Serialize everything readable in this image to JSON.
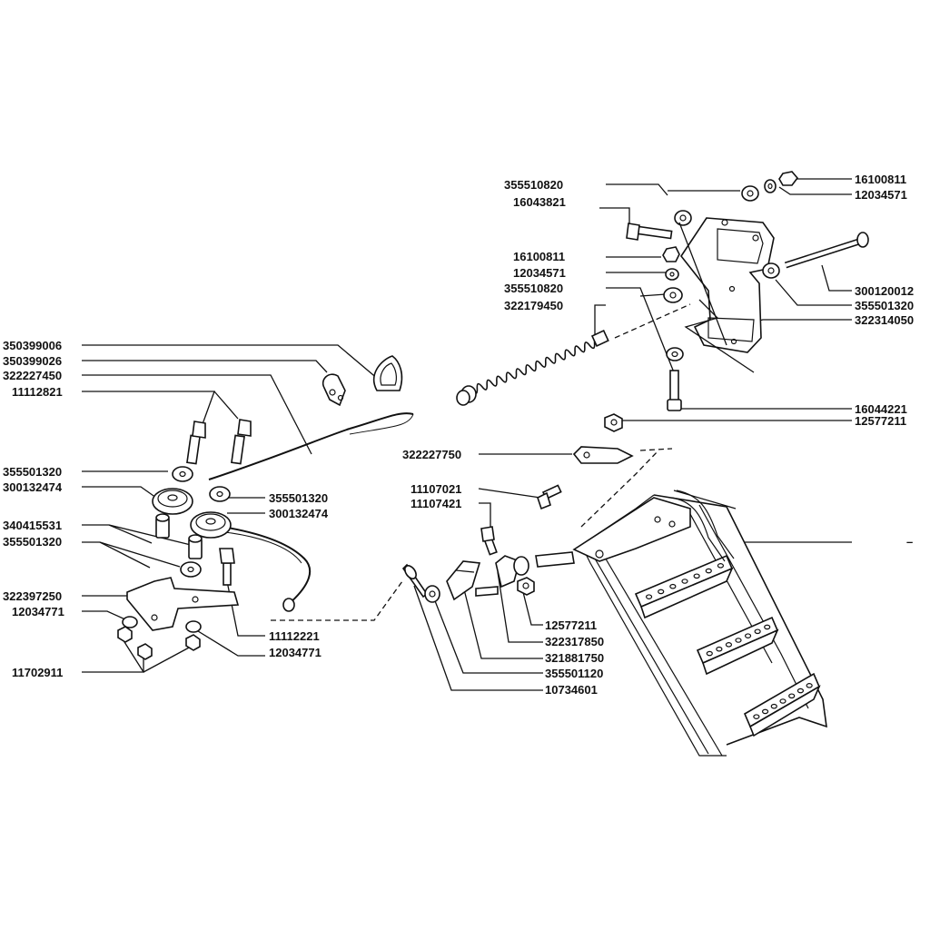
{
  "diagram": {
    "labels": [
      {
        "id": "l01",
        "text": "355510820"
      },
      {
        "id": "l02",
        "text": "16043821"
      },
      {
        "id": "l03",
        "text": "16100811"
      },
      {
        "id": "l04",
        "text": "12034571"
      },
      {
        "id": "l05",
        "text": "16100811"
      },
      {
        "id": "l06",
        "text": "12034571"
      },
      {
        "id": "l07",
        "text": "355510820"
      },
      {
        "id": "l08",
        "text": "322179450"
      },
      {
        "id": "l09",
        "text": "300120012"
      },
      {
        "id": "l10",
        "text": "355501320"
      },
      {
        "id": "l11",
        "text": "322314050"
      },
      {
        "id": "l12",
        "text": "350399006"
      },
      {
        "id": "l13",
        "text": "350399026"
      },
      {
        "id": "l14",
        "text": "322227450"
      },
      {
        "id": "l15",
        "text": "11112821"
      },
      {
        "id": "l16",
        "text": "16044221"
      },
      {
        "id": "l17",
        "text": "12577211"
      },
      {
        "id": "l18",
        "text": "322227750"
      },
      {
        "id": "l19",
        "text": "355501320"
      },
      {
        "id": "l20",
        "text": "300132474"
      },
      {
        "id": "l21",
        "text": "355501320"
      },
      {
        "id": "l22",
        "text": "300132474"
      },
      {
        "id": "l23",
        "text": "11107021"
      },
      {
        "id": "l24",
        "text": "11107421"
      },
      {
        "id": "l25",
        "text": "340415531"
      },
      {
        "id": "l26",
        "text": "355501320"
      },
      {
        "id": "l27",
        "text": "322397250"
      },
      {
        "id": "l28",
        "text": "12034771"
      },
      {
        "id": "l29",
        "text": "11112221"
      },
      {
        "id": "l30",
        "text": "12034771"
      },
      {
        "id": "l31",
        "text": "11702911"
      },
      {
        "id": "l32",
        "text": "12577211"
      },
      {
        "id": "l33",
        "text": "322317850"
      },
      {
        "id": "l34",
        "text": "321881750"
      },
      {
        "id": "l35",
        "text": "355501120"
      },
      {
        "id": "l36",
        "text": "10734601"
      },
      {
        "id": "l37",
        "text": "–"
      }
    ]
  }
}
